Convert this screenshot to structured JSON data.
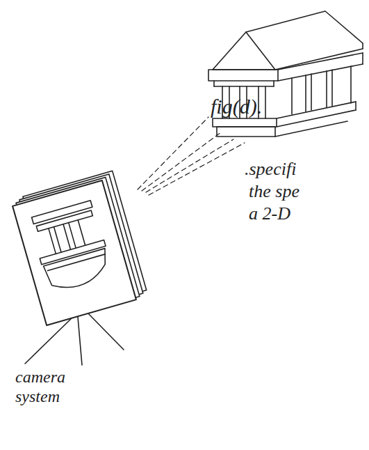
{
  "diagram": {
    "labels": [
      "fig(d).",
      ".specifi",
      "the spe",
      "a 2-D",
      "camera system"
    ]
  }
}
